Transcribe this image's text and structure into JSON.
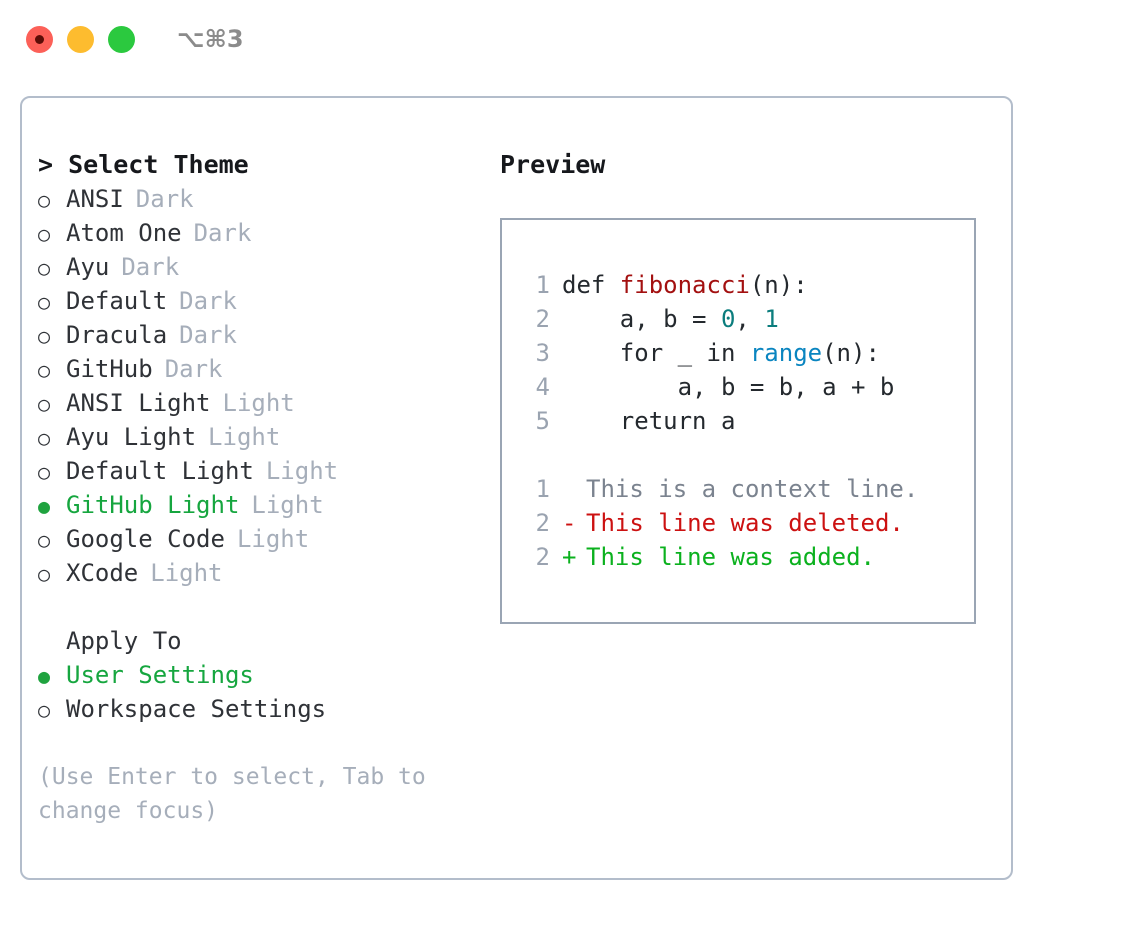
{
  "titlebar": {
    "shortcut": "⌥⌘3",
    "lights": [
      {
        "name": "close",
        "color": "#fc6058"
      },
      {
        "name": "minimize",
        "color": "#fdbc2f"
      },
      {
        "name": "maximize",
        "color": "#2bc93f"
      }
    ]
  },
  "theme_panel": {
    "title": "> Select Theme",
    "markers": {
      "unselected": "○",
      "selected": "●"
    },
    "items": [
      {
        "label": "ANSI",
        "variant": "Dark",
        "selected": false
      },
      {
        "label": "Atom One",
        "variant": "Dark",
        "selected": false
      },
      {
        "label": "Ayu",
        "variant": "Dark",
        "selected": false
      },
      {
        "label": "Default",
        "variant": "Dark",
        "selected": false
      },
      {
        "label": "Dracula",
        "variant": "Dark",
        "selected": false
      },
      {
        "label": "GitHub",
        "variant": "Dark",
        "selected": false
      },
      {
        "label": "ANSI Light",
        "variant": "Light",
        "selected": false
      },
      {
        "label": "Ayu Light",
        "variant": "Light",
        "selected": false
      },
      {
        "label": "Default Light",
        "variant": "Light",
        "selected": false
      },
      {
        "label": "GitHub Light",
        "variant": "Light",
        "selected": true
      },
      {
        "label": "Google Code",
        "variant": "Light",
        "selected": false
      },
      {
        "label": "XCode",
        "variant": "Light",
        "selected": false
      }
    ]
  },
  "apply_to": {
    "title": "Apply To",
    "items": [
      {
        "label": "User Settings",
        "selected": true
      },
      {
        "label": "Workspace Settings",
        "selected": false
      }
    ]
  },
  "hint": "(Use Enter to select, Tab to change focus)",
  "preview": {
    "title": "Preview",
    "code_lines": [
      {
        "no": "1",
        "tokens": [
          {
            "t": "def ",
            "k": "plain"
          },
          {
            "t": "fibonacci",
            "k": "fn"
          },
          {
            "t": "(n):",
            "k": "plain"
          }
        ]
      },
      {
        "no": "2",
        "tokens": [
          {
            "t": "    a, b = ",
            "k": "plain"
          },
          {
            "t": "0",
            "k": "num"
          },
          {
            "t": ", ",
            "k": "plain"
          },
          {
            "t": "1",
            "k": "num"
          }
        ]
      },
      {
        "no": "3",
        "tokens": [
          {
            "t": "    for _ in ",
            "k": "plain"
          },
          {
            "t": "range",
            "k": "call"
          },
          {
            "t": "(n):",
            "k": "plain"
          }
        ]
      },
      {
        "no": "4",
        "tokens": [
          {
            "t": "        a, b = b, a + b",
            "k": "plain"
          }
        ]
      },
      {
        "no": "5",
        "tokens": [
          {
            "t": "    return a",
            "k": "plain"
          }
        ]
      }
    ],
    "diff_lines": [
      {
        "no": "1",
        "sign": " ",
        "text": "This is a context line.",
        "kind": "ctx"
      },
      {
        "no": "2",
        "sign": "-",
        "text": "This line was deleted.",
        "kind": "del"
      },
      {
        "no": "2",
        "sign": "+",
        "text": "This line was added.",
        "kind": "add"
      }
    ]
  },
  "colors": {
    "accent_green": "#16a63f",
    "muted": "#a6aeba",
    "card_border": "#b3bdcb",
    "preview_border": "#9aa5b4",
    "syntax_function": "#a31010",
    "syntax_number": "#0b7d7d",
    "syntax_call": "#0a85c0",
    "diff_deleted": "#cc1111",
    "diff_added": "#0bb11e",
    "diff_context": "#7b838f"
  }
}
